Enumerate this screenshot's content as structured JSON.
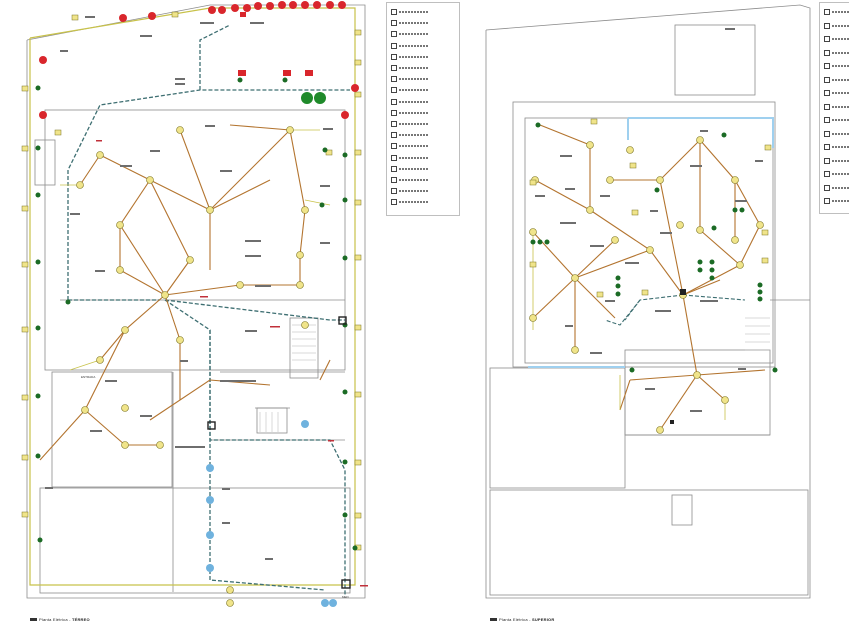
{
  "drawing": {
    "plans": [
      {
        "id": "terreo",
        "prefix": "Planta Elétrica - ",
        "title": "TÉRREO"
      },
      {
        "id": "superior",
        "prefix": "Planta Elétrica - ",
        "title": "SUPERIOR"
      }
    ],
    "annotations": {
      "entrada": "ENTRADA",
      "medidor": "MED"
    }
  },
  "legend": {
    "left_rows": 18,
    "right_rows": 15
  },
  "colors": {
    "wall": "#8c8c8c",
    "circuit_main": "#b3742f",
    "circuit_feeder": "#3e6f72",
    "perimeter": "#c8c24a",
    "outlet_fill": "#f0e48a",
    "outlet_stroke": "#7a7320",
    "lamp_red": "#d9262c",
    "lamp_green": "#1f8a2a",
    "lamp_blue": "#6fb2de",
    "panel": "#222222",
    "label_red": "#c0303a",
    "pool_blue": "#9fd0ef"
  },
  "icons": [
    "outlet-symbol",
    "light-fixture-symbol",
    "panel-board-symbol",
    "exterior-lamp-symbol"
  ]
}
